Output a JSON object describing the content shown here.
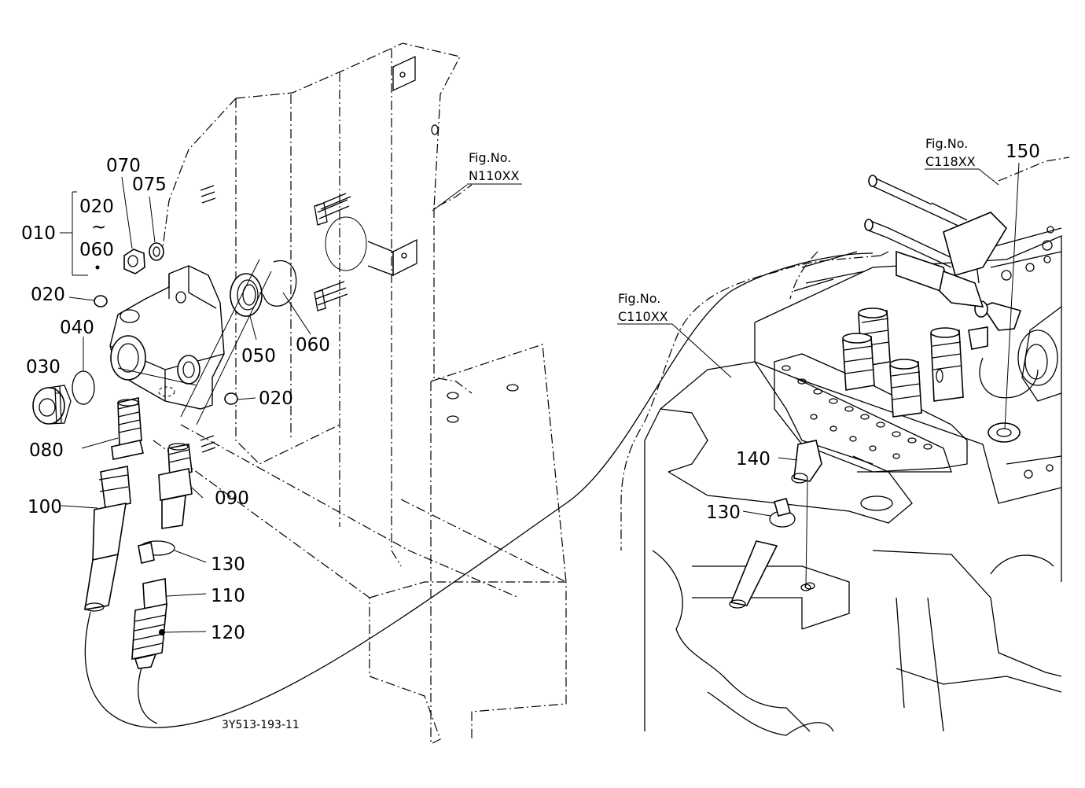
{
  "labels": {
    "l010": "010",
    "l020a": "020",
    "tilde": "~",
    "l060a": "060",
    "l070": "070",
    "l075": "075",
    "l020b": "020",
    "l040": "040",
    "l030": "030",
    "l050": "050",
    "l060b": "060",
    "l020c": "020",
    "l080": "080",
    "l090": "090",
    "l100": "100",
    "l130a": "130",
    "l110": "110",
    "l120": "120",
    "l140": "140",
    "l130b": "130",
    "l150": "150"
  },
  "figrefs": {
    "n110_title": "Fig.No.",
    "n110_code": "N110XX",
    "c110_title": "Fig.No.",
    "c110_code": "C110XX",
    "c118_title": "Fig.No.",
    "c118_code": "C118XX"
  },
  "drawing_code": "3Y513-193-11"
}
